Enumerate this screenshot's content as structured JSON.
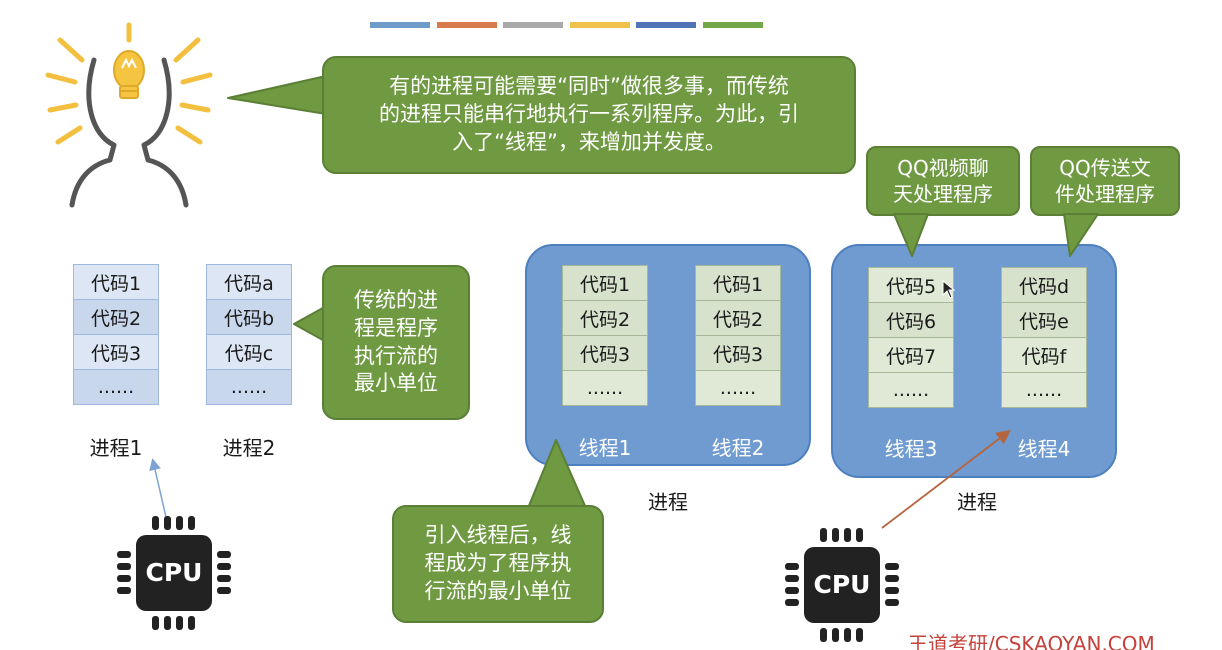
{
  "colors": {
    "stripes": [
      "#6f9bcb",
      "#d97a4c",
      "#a9a9a9",
      "#f1c24b",
      "#4f74b8",
      "#74a74a"
    ],
    "callout_fill": "#6f9a42",
    "process_fill": "#6f9bd1"
  },
  "icons": [
    "lightbulb-thinker-icon",
    "cpu-chip-icon"
  ],
  "top_callout": {
    "lines": [
      "有的进程可能需要“同时”做很多事，而传统",
      "的进程只能串行地执行一系列程序。为此，引",
      "入了“线程”，来增加并发度。"
    ]
  },
  "traditional_callout": {
    "lines": [
      "传统的进",
      "程是程序",
      "执行流的",
      "最小单位"
    ]
  },
  "thread_callout": {
    "lines": [
      "引入线程后，线",
      "程成为了程序执",
      "行流的最小单位"
    ]
  },
  "qq_video_callout": {
    "lines": [
      "QQ视频聊",
      "天处理程序"
    ]
  },
  "qq_file_callout": {
    "lines": [
      "QQ传送文",
      "件处理程序"
    ]
  },
  "process1": {
    "cells": [
      "代码1",
      "代码2",
      "代码3",
      "......"
    ],
    "label": "进程1"
  },
  "process2": {
    "cells": [
      "代码a",
      "代码b",
      "代码c",
      "......"
    ],
    "label": "进程2"
  },
  "process_left": {
    "label": "进程",
    "thread1": {
      "cells": [
        "代码1",
        "代码2",
        "代码3",
        "......"
      ],
      "label": "线程1"
    },
    "thread2": {
      "cells": [
        "代码1",
        "代码2",
        "代码3",
        "......"
      ],
      "label": "线程2"
    }
  },
  "process_right": {
    "label": "进程",
    "thread3": {
      "cells": [
        "代码5",
        "代码6",
        "代码7",
        "......"
      ],
      "label": "线程3"
    },
    "thread4": {
      "cells": [
        "代码d",
        "代码e",
        "代码f",
        "......"
      ],
      "label": "线程4"
    }
  },
  "cpu_label": "CPU",
  "footer": "王道考研/CSKAOYAN.COM"
}
